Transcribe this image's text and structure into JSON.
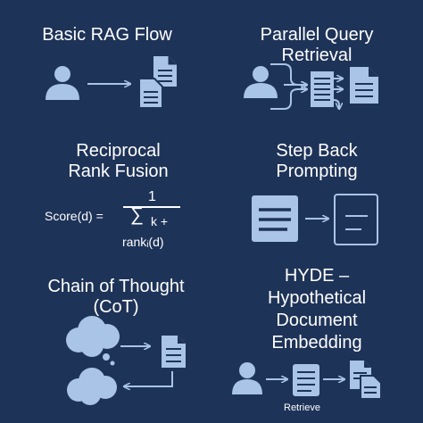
{
  "panels": {
    "basic_rag": {
      "title": "Basic RAG Flow"
    },
    "parallel_query": {
      "title": "Parallel Query\nRetrieval"
    },
    "rrf": {
      "title": "Reciprocal\nRank Fusion",
      "formula_lhs": "Score(d) =",
      "formula_numerator": "1",
      "formula_sum": "∑",
      "formula_k": "k +",
      "formula_rank": "rankᵢ(d)"
    },
    "step_back": {
      "title": "Step Back\nPrompting"
    },
    "cot": {
      "title": "Chain of Thought\n(CoT)"
    },
    "hyde": {
      "title": "HYDE –\nHypothetical\nDocument\nEmbedding",
      "caption": "Retrieve"
    }
  },
  "colors": {
    "background": "#1e3358",
    "icon_fill": "#a9c4e6",
    "text": "#ffffff"
  }
}
